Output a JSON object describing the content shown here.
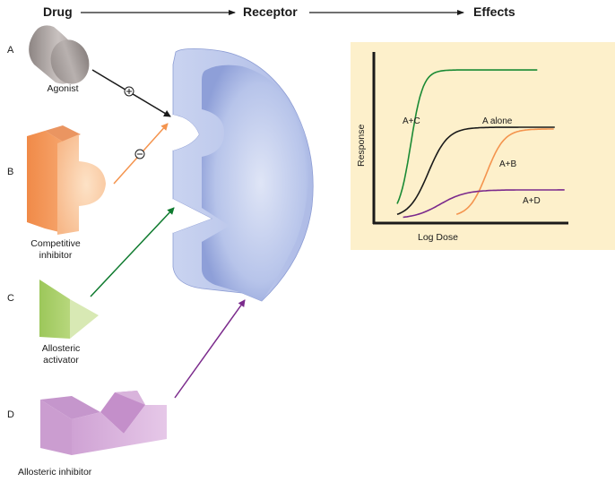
{
  "header": {
    "drug": "Drug",
    "receptor": "Receptor",
    "effects": "Effects"
  },
  "rows": [
    {
      "letter": "A",
      "caption": [
        "Agonist"
      ],
      "shape": "cylinder",
      "color": "#a9a2a0",
      "arrow_color": "#1a1a1a",
      "sign": "+"
    },
    {
      "letter": "B",
      "caption": [
        "Competitive",
        "inhibitor"
      ],
      "shape": "half-disc-block",
      "color": "#f39a5c",
      "arrow_color": "#f4944e",
      "sign": "−"
    },
    {
      "letter": "C",
      "caption": [
        "Allosteric",
        "activator"
      ],
      "shape": "triangular-prism",
      "color": "#a8cf6a",
      "arrow_color": "#0e7a2e",
      "sign": ""
    },
    {
      "letter": "D",
      "caption": [
        "Allosteric inhibitor"
      ],
      "shape": "v-notch-block",
      "color": "#d4acd8",
      "arrow_color": "#7b2a8c",
      "sign": ""
    }
  ],
  "receptor": {
    "color": "#b7c4ea",
    "shade": "#8e9fd8"
  },
  "panel_bg": "#fdf0cb",
  "chart_data": {
    "type": "line",
    "title": "",
    "xlabel": "Log Dose",
    "ylabel": "Response",
    "xlim": [
      0,
      10
    ],
    "ylim": [
      0,
      100
    ],
    "grid": false,
    "legend": "inline labels",
    "series": [
      {
        "name": "A+C",
        "color": "#1a8a34",
        "x_start": 1.2,
        "x_end": 8.4,
        "base": 3,
        "top": 89.5,
        "midpoint": 1.9,
        "steepness": 3.2,
        "points": [
          [
            1.2,
            3
          ],
          [
            1.5,
            12
          ],
          [
            1.9,
            46
          ],
          [
            2.3,
            74
          ],
          [
            2.8,
            85
          ],
          [
            3.6,
            88.5
          ],
          [
            5.0,
            89.3
          ],
          [
            8.4,
            89.5
          ]
        ]
      },
      {
        "name": "A alone",
        "color": "#1a1a1a",
        "x_start": 1.2,
        "x_end": 9.3,
        "base": 3,
        "top": 56,
        "midpoint": 2.8,
        "steepness": 2.0,
        "points": [
          [
            1.2,
            3
          ],
          [
            2.0,
            12
          ],
          [
            2.8,
            29
          ],
          [
            3.5,
            46
          ],
          [
            4.3,
            54
          ],
          [
            5.5,
            55.5
          ],
          [
            9.3,
            56
          ]
        ]
      },
      {
        "name": "A+B",
        "color": "#f4944e",
        "x_start": 4.25,
        "x_end": 9.25,
        "base": 3.5,
        "top": 55,
        "midpoint": 5.8,
        "steepness": 2.2,
        "points": [
          [
            4.25,
            3.5
          ],
          [
            5.0,
            9
          ],
          [
            5.8,
            28
          ],
          [
            6.5,
            46
          ],
          [
            7.3,
            53
          ],
          [
            8.3,
            54.5
          ],
          [
            9.25,
            55
          ]
        ]
      },
      {
        "name": "A+D",
        "color": "#7b2a8c",
        "x_start": 1.5,
        "x_end": 9.8,
        "base": 2.5,
        "top": 19.4,
        "midpoint": 3.4,
        "steepness": 1.5,
        "points": [
          [
            1.5,
            2.5
          ],
          [
            2.5,
            6
          ],
          [
            3.4,
            11
          ],
          [
            4.3,
            17
          ],
          [
            5.2,
            19
          ],
          [
            7.0,
            19.4
          ],
          [
            9.8,
            19.4
          ]
        ]
      }
    ],
    "annotations": [
      {
        "text": "A+C",
        "series": "A+C"
      },
      {
        "text": "A alone",
        "series": "A alone"
      },
      {
        "text": "A+B",
        "series": "A+B"
      },
      {
        "text": "A+D",
        "series": "A+D"
      }
    ]
  }
}
